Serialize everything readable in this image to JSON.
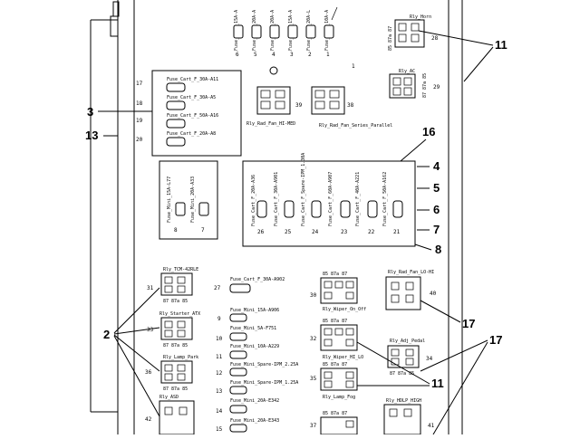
{
  "fuses_top": [
    {
      "label": "Fuse_Mini_15A-A",
      "num": "6"
    },
    {
      "label": "Fuse_Mini_20A-A",
      "num": "5"
    },
    {
      "label": "Fuse_Mini_20A-A",
      "num": "4"
    },
    {
      "label": "Fuse_Mini_15A-A",
      "num": "3"
    },
    {
      "label": "Fuse_Mini_20A-L",
      "num": "2"
    },
    {
      "label": "Fuse_Mini_10A-A",
      "num": "1"
    }
  ],
  "relays_top": {
    "horn": {
      "title": "Rly_Horn",
      "pins": "85 87a 87",
      "num": "28"
    },
    "ac": {
      "title": "Rly_AC",
      "pins": "87 87a 85",
      "num": "29"
    },
    "fan_hi": {
      "title": "Rly_Rad_Fan_HI-MED",
      "num": "39"
    },
    "fan_series": {
      "title": "Rly_Rad_Fan_Series_Parallel",
      "num": "38"
    }
  },
  "cart_fuses_left": [
    {
      "label": "Fuse_Cart_F_30A-A11",
      "num": "17"
    },
    {
      "label": "Fuse_Cart_F_30A-A5",
      "num": "18"
    },
    {
      "label": "Fuse_Cart_F_50A-A16",
      "num": "19"
    },
    {
      "label": "Fuse_Cart_F_20A-A8",
      "num": "20"
    }
  ],
  "mini_fuses_mid": [
    {
      "label": "Fuse_Mini_15A-L77",
      "num": "8"
    },
    {
      "label": "Fuse_Mini_20A-A33",
      "num": "7"
    }
  ],
  "cart_fuses_row": [
    {
      "label": "Fuse_Cart_F_20A-A36",
      "num": "26"
    },
    {
      "label": "Fuse_Cart_F_30A-A901",
      "num": "25"
    },
    {
      "label": "Fuse_Cart_F_Spare-IPM_1.30A",
      "num": "24"
    },
    {
      "label": "Fuse_Cart_F_60A-A907",
      "num": "23"
    },
    {
      "label": "Fuse_Cart_F_40A-A221",
      "num": "22"
    },
    {
      "label": "Fuse_Cart_F_50A-A162",
      "num": "21"
    }
  ],
  "relays_left": [
    {
      "title": "Rly_TCM-42RLE",
      "pins": "87 87a 85",
      "num": "31"
    },
    {
      "title": "Rly_Starter_ATX",
      "pins": "87 87a 85",
      "num": "33"
    },
    {
      "title": "Rly_Lamp_Park",
      "pins": "87 87a 85",
      "num": "36"
    },
    {
      "title": "Rly_ASD",
      "pins": "",
      "num": "42"
    }
  ],
  "fuses_lower": [
    {
      "label": "Fuse_Cart_F_30A-A902",
      "num": "27"
    },
    {
      "label": "Fuse_Mini_15A-A906",
      "num": "9"
    },
    {
      "label": "Fuse_Mini_5A-F751",
      "num": "10"
    },
    {
      "label": "Fuse_Mini_10A-A229",
      "num": "11"
    },
    {
      "label": "Fuse_Mini_Spare-IPM_2.25A",
      "num": "12"
    },
    {
      "label": "Fuse_Mini_Spare-IPM_1.25A",
      "num": "13"
    },
    {
      "label": "Fuse_Mini_20A-E342",
      "num": "14"
    },
    {
      "label": "Fuse_Mini_20A-E343",
      "num": "15"
    }
  ],
  "relays_mid": [
    {
      "title": "",
      "pins": "85 87a 87",
      "num": "30"
    },
    {
      "title": "Rly_Wiper_On_Off",
      "pins": "85 87a 87",
      "num": "32"
    },
    {
      "title": "Rly_Wiper_HI_LO",
      "pins": "85 87a 87",
      "num": "35"
    },
    {
      "title": "Rly_Lamp_Fog",
      "pins": "85 87a 87",
      "num": "37"
    }
  ],
  "relays_right": [
    {
      "title": "Rly_Rad_Fan_LO-HI",
      "num": "40"
    },
    {
      "title": "Rly_Adj_Pedal",
      "pins": "87 87a 85",
      "num": "34"
    },
    {
      "title": "Rly_HDLP_HIGH",
      "num": "41"
    }
  ],
  "callouts": {
    "c1": "1",
    "c2": "2",
    "c3": "3",
    "c4": "4",
    "c5": "5",
    "c6": "6",
    "c7": "7",
    "c8": "8",
    "c11": "11",
    "c13": "13",
    "c16": "16",
    "c17": "17"
  }
}
